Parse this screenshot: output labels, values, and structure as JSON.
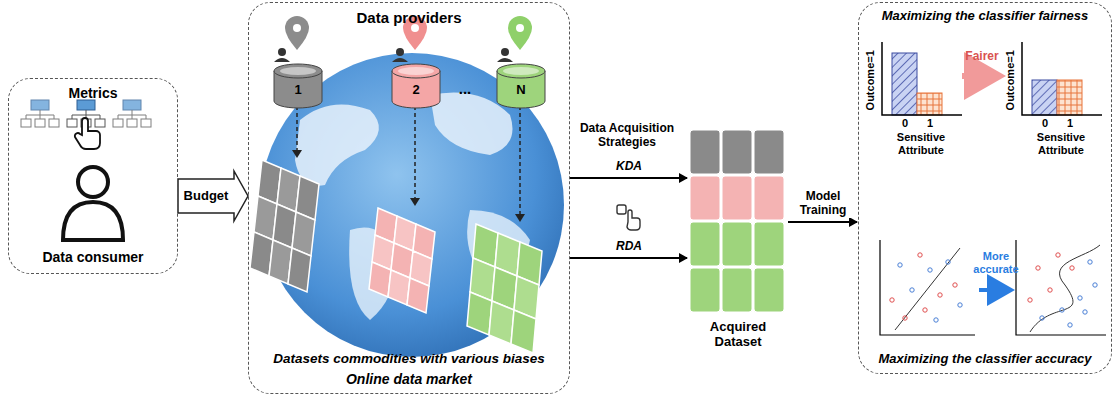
{
  "diagram": {
    "nodes": [
      {
        "text": [
          "Metrics",
          "Data consumer"
        ]
      },
      {
        "text": [
          "Data providers",
          "Datasets commodities with various biases",
          "Online data market"
        ]
      },
      {
        "text": [
          "1"
        ],
        "in": 1
      },
      {
        "text": [
          "2"
        ],
        "in": 1
      },
      {
        "text": [
          "N"
        ],
        "in": 1
      },
      {
        "text": [
          "Acquired Dataset"
        ]
      },
      {
        "text": [
          "Maximizing the classifier fairness",
          "Maximizing the classifier accuracy"
        ]
      }
    ],
    "edges": [
      {
        "from": 0,
        "to": 1,
        "label": "Budget",
        "arrow": "to"
      },
      {
        "from": 1,
        "to": 5,
        "label": "KDA",
        "arrow": "to"
      },
      {
        "from": 1,
        "to": 5,
        "label": "RDA",
        "arrow": "to"
      },
      {
        "from": 5,
        "to": 6,
        "label": "Model Training",
        "arrow": "to"
      }
    ],
    "labels": [
      "...",
      "Data Acquisition Strategies",
      "Outcome=1",
      "0",
      "1",
      "Sensitive Attribute",
      "Fairer",
      "Outcome=1",
      "0",
      "1",
      "Sensitive Attribute",
      "More accurate"
    ]
  }
}
